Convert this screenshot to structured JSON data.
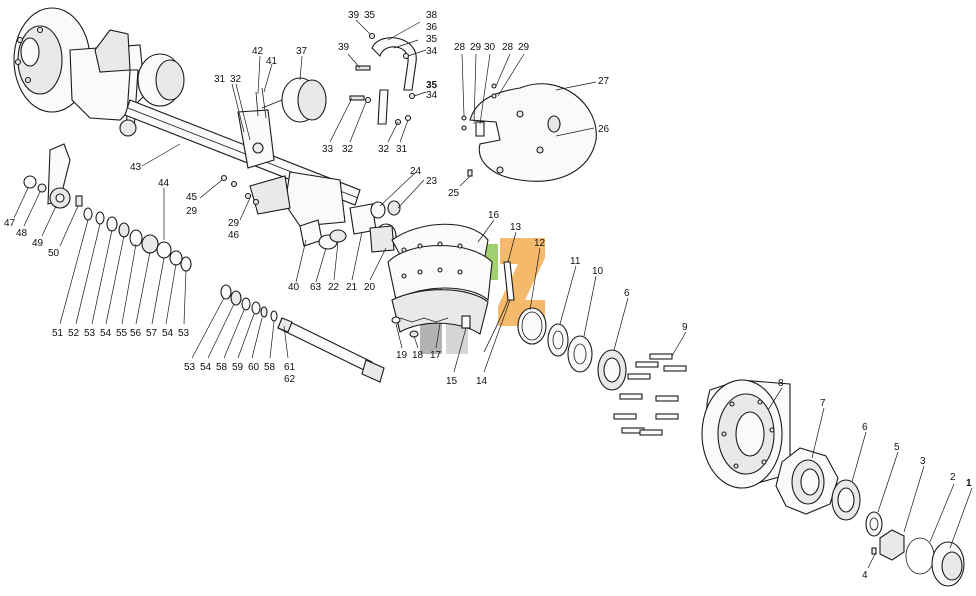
{
  "callouts": [
    {
      "id": "c1",
      "text": "1"
    },
    {
      "id": "c2",
      "text": "2"
    },
    {
      "id": "c3",
      "text": "3"
    },
    {
      "id": "c4",
      "text": "4"
    },
    {
      "id": "c5",
      "text": "5"
    },
    {
      "id": "c6a",
      "text": "6"
    },
    {
      "id": "c6b",
      "text": "6"
    },
    {
      "id": "c7",
      "text": "7"
    },
    {
      "id": "c8",
      "text": "8"
    },
    {
      "id": "c9",
      "text": "9"
    },
    {
      "id": "c10",
      "text": "10"
    },
    {
      "id": "c11",
      "text": "11"
    },
    {
      "id": "c12",
      "text": "12"
    },
    {
      "id": "c13",
      "text": "13"
    },
    {
      "id": "c14",
      "text": "14"
    },
    {
      "id": "c15",
      "text": "15"
    },
    {
      "id": "c16",
      "text": "16"
    },
    {
      "id": "c17",
      "text": "17"
    },
    {
      "id": "c18",
      "text": "18"
    },
    {
      "id": "c19",
      "text": "19"
    },
    {
      "id": "c20",
      "text": "20"
    },
    {
      "id": "c21",
      "text": "21"
    },
    {
      "id": "c22",
      "text": "22"
    },
    {
      "id": "c23",
      "text": "23"
    },
    {
      "id": "c24",
      "text": "24"
    },
    {
      "id": "c25",
      "text": "25"
    },
    {
      "id": "c26",
      "text": "26"
    },
    {
      "id": "c27",
      "text": "27"
    },
    {
      "id": "c28a",
      "text": "28"
    },
    {
      "id": "c29a",
      "text": "29"
    },
    {
      "id": "c30",
      "text": "30"
    },
    {
      "id": "c28b",
      "text": "28"
    },
    {
      "id": "c29b",
      "text": "29"
    },
    {
      "id": "c29c",
      "text": "29"
    },
    {
      "id": "c29d",
      "text": "29"
    },
    {
      "id": "c31a",
      "text": "31"
    },
    {
      "id": "c32a",
      "text": "32"
    },
    {
      "id": "c31b",
      "text": "31"
    },
    {
      "id": "c32b",
      "text": "32"
    },
    {
      "id": "c32c",
      "text": "32"
    },
    {
      "id": "c33",
      "text": "33"
    },
    {
      "id": "c34a",
      "text": "34"
    },
    {
      "id": "c34b",
      "text": "34"
    },
    {
      "id": "c35a",
      "text": "35"
    },
    {
      "id": "c35b",
      "text": "35"
    },
    {
      "id": "c35c",
      "text": "35"
    },
    {
      "id": "c36",
      "text": "36"
    },
    {
      "id": "c37",
      "text": "37"
    },
    {
      "id": "c38",
      "text": "38"
    },
    {
      "id": "c39a",
      "text": "39"
    },
    {
      "id": "c39b",
      "text": "39"
    },
    {
      "id": "c40",
      "text": "40"
    },
    {
      "id": "c41",
      "text": "41"
    },
    {
      "id": "c42",
      "text": "42"
    },
    {
      "id": "c43",
      "text": "43"
    },
    {
      "id": "c44",
      "text": "44"
    },
    {
      "id": "c45",
      "text": "45"
    },
    {
      "id": "c46",
      "text": "46"
    },
    {
      "id": "c47",
      "text": "47"
    },
    {
      "id": "c48",
      "text": "48"
    },
    {
      "id": "c49",
      "text": "49"
    },
    {
      "id": "c50",
      "text": "50"
    },
    {
      "id": "c51",
      "text": "51"
    },
    {
      "id": "c52",
      "text": "52"
    },
    {
      "id": "c53a",
      "text": "53"
    },
    {
      "id": "c54a",
      "text": "54"
    },
    {
      "id": "c55",
      "text": "55"
    },
    {
      "id": "c56",
      "text": "56"
    },
    {
      "id": "c57",
      "text": "57"
    },
    {
      "id": "c54b",
      "text": "54"
    },
    {
      "id": "c53b",
      "text": "53"
    },
    {
      "id": "c53c",
      "text": "53"
    },
    {
      "id": "c54c",
      "text": "54"
    },
    {
      "id": "c58a",
      "text": "58"
    },
    {
      "id": "c59",
      "text": "59"
    },
    {
      "id": "c60",
      "text": "60"
    },
    {
      "id": "c58b",
      "text": "58"
    },
    {
      "id": "c61",
      "text": "61"
    },
    {
      "id": "c62",
      "text": "62"
    },
    {
      "id": "c63",
      "text": "63"
    }
  ],
  "colors": {
    "watermark_orange": "#f2a23a",
    "watermark_green": "#7fbf3f",
    "watermark_grey": "#9a9a9a"
  }
}
